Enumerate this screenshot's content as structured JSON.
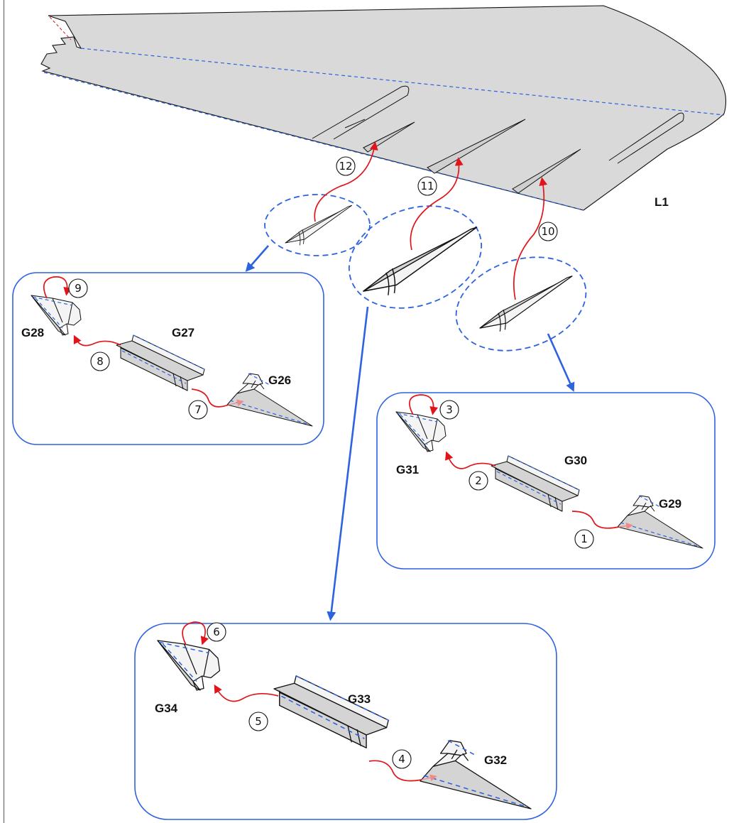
{
  "diagram": {
    "main_label": "L1",
    "groups": {
      "left": {
        "part_a": "G26",
        "part_b": "G27",
        "part_c": "G28",
        "steps": [
          "7",
          "8",
          "9"
        ]
      },
      "right": {
        "part_a": "G29",
        "part_b": "G30",
        "part_c": "G31",
        "steps": [
          "1",
          "2",
          "3"
        ]
      },
      "bottom": {
        "part_a": "G32",
        "part_b": "G33",
        "part_c": "G34",
        "steps": [
          "4",
          "5",
          "6"
        ]
      }
    },
    "attach_steps": [
      "10",
      "11",
      "12"
    ],
    "colors": {
      "outline": "#2d62e0",
      "motion": "#e0151a",
      "part_fill": "#d4d4d4"
    }
  }
}
